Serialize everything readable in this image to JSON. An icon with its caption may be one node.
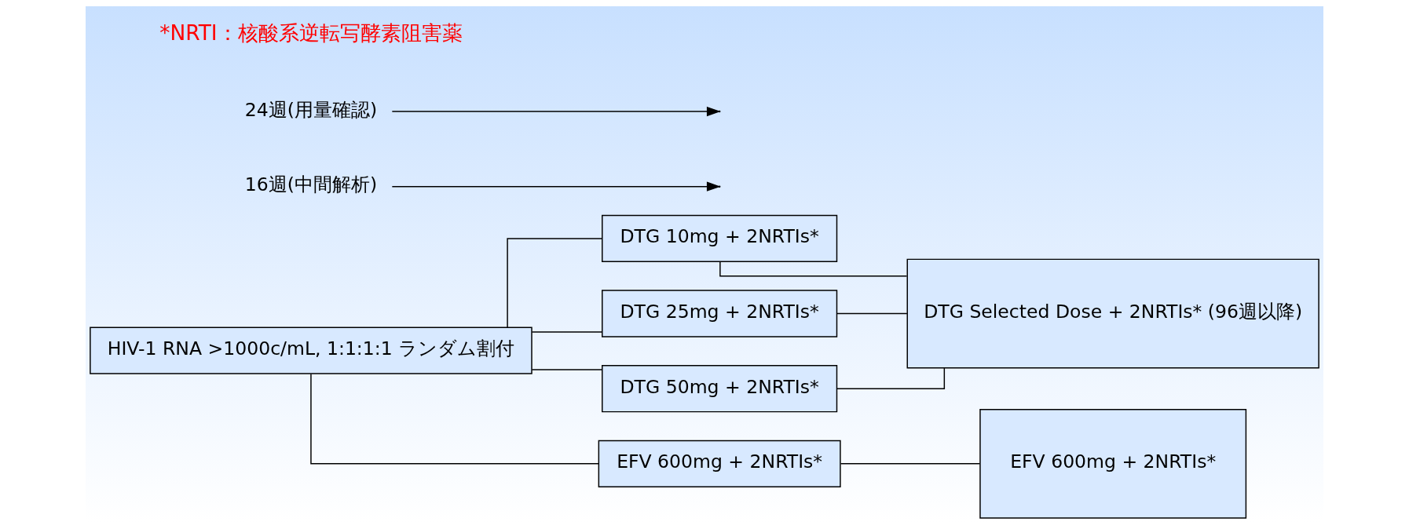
{
  "diagram": {
    "nodes": [
      {
        "text": [
          "HIV-1 RNA >1000c/mL, 1:1:1:1 ランダム割付"
        ]
      },
      {
        "text": [
          "DTG 10mg + 2NRTIs*"
        ]
      },
      {
        "text": [
          "DTG 25mg + 2NRTIs*"
        ]
      },
      {
        "text": [
          "DTG 50mg + 2NRTIs*"
        ]
      },
      {
        "text": [
          "EFV 600mg + 2NRTIs*"
        ]
      },
      {
        "text": [
          "DTG Selected Dose + 2NRTIs* (96週以降)"
        ]
      },
      {
        "text": [
          "EFV 600mg + 2NRTIs*"
        ]
      },
      {
        "text": [
          "16週(中間解析)"
        ]
      },
      {
        "text": [
          "24週(用量確認)"
        ]
      }
    ],
    "edges": [
      {
        "from": 0,
        "to": 1,
        "arrow": "none"
      },
      {
        "from": 0,
        "to": 2,
        "arrow": "none"
      },
      {
        "from": 0,
        "to": 3,
        "arrow": "none"
      },
      {
        "from": 0,
        "to": 4,
        "arrow": "none"
      },
      {
        "from": 1,
        "to": 5,
        "arrow": "none"
      },
      {
        "from": 2,
        "to": 5,
        "arrow": "none"
      },
      {
        "from": 3,
        "to": 5,
        "arrow": "none"
      },
      {
        "from": 4,
        "to": 6,
        "arrow": "none"
      },
      {
        "from": 7,
        "to": null,
        "arrow": "to"
      },
      {
        "from": 8,
        "to": null,
        "arrow": "to"
      }
    ],
    "labels": [
      "*NRTI：核酸系逆転写酵素阻害薬"
    ]
  }
}
